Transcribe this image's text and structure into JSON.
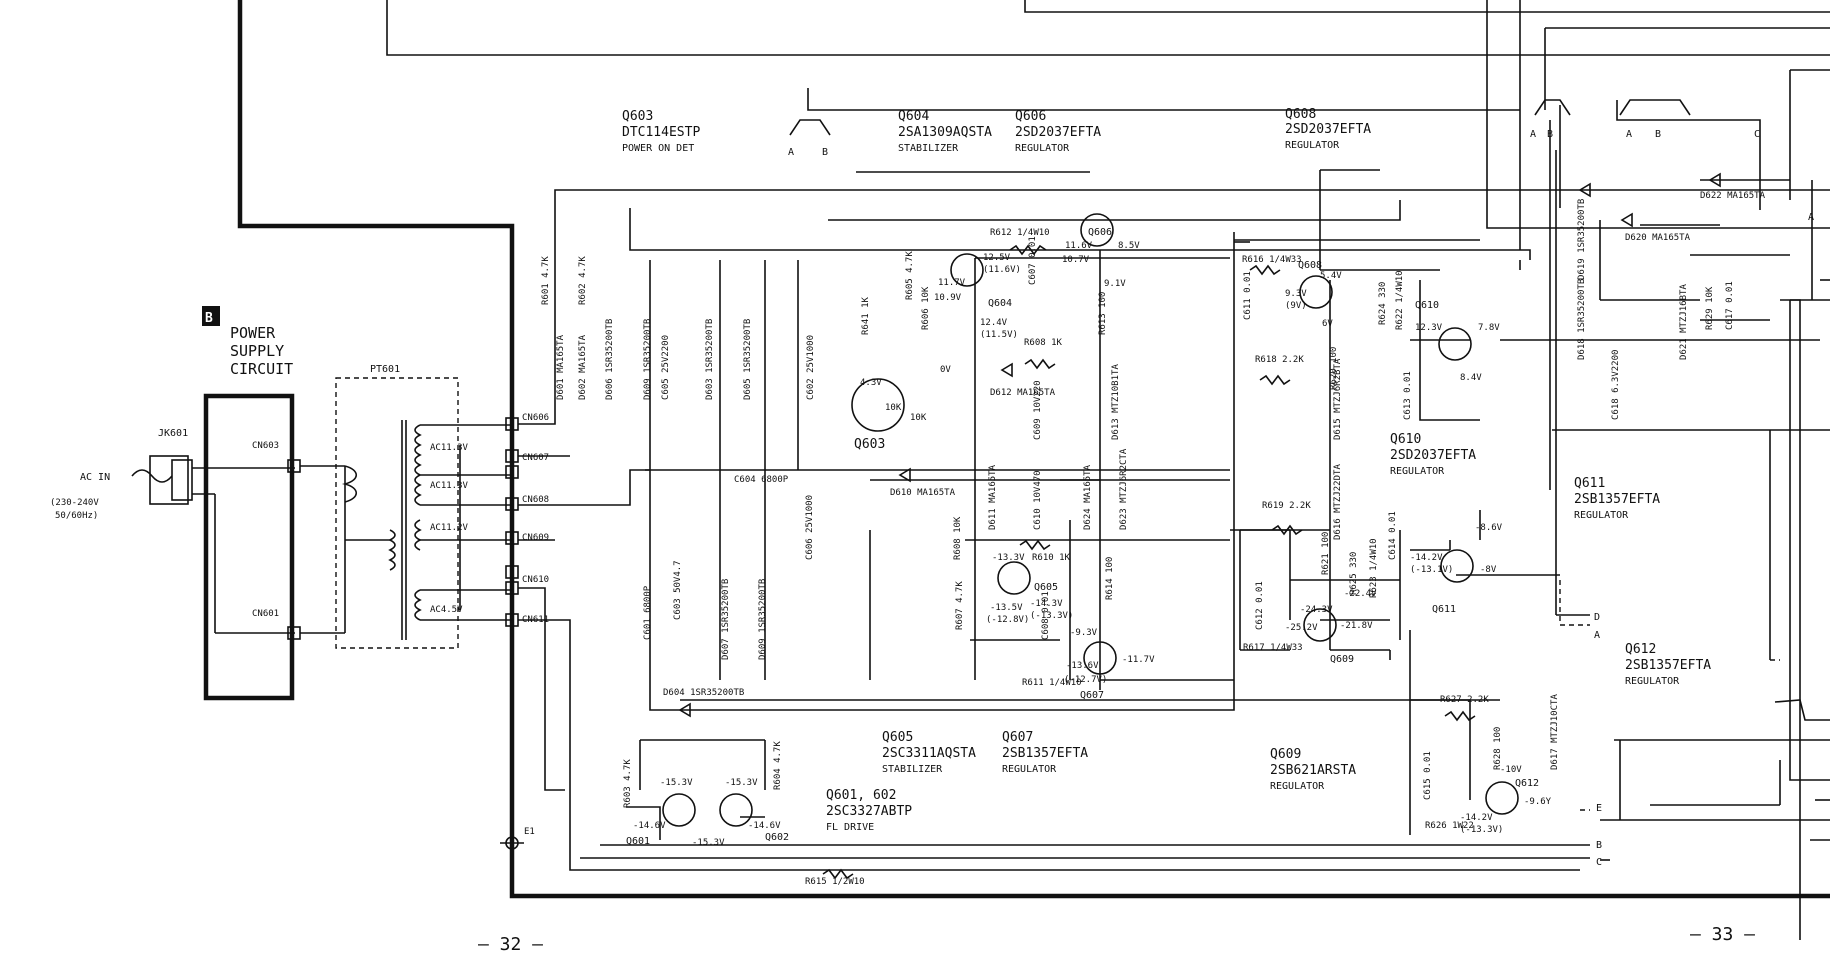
{
  "section": {
    "badge": "B",
    "line1": "POWER",
    "line2": "SUPPLY",
    "line3": "CIRCUIT"
  },
  "ac_input": {
    "connector": "JK601",
    "label": "AC IN",
    "spec1": "(230-240V",
    "spec2": "50/60Hz)"
  },
  "transformer": "PT601",
  "connectors": [
    "CN603",
    "CN601",
    "CN606",
    "CN607",
    "CN608",
    "CN609",
    "CN610",
    "CN611",
    "E1"
  ],
  "windings": [
    "AC11.3V",
    "AC11.3V",
    "AC11.2V",
    "AC4.5V"
  ],
  "transistors": [
    {
      "ref": "Q603",
      "part": "DTC114ESTP",
      "role": "POWER ON DET"
    },
    {
      "ref": "Q604",
      "part": "2SA1309AQSTA",
      "role": "STABILIZER"
    },
    {
      "ref": "Q606",
      "part": "2SD2037EFTA",
      "role": "REGULATOR"
    },
    {
      "ref": "Q608",
      "part": "2SD2037EFTA",
      "role": "REGULATOR"
    },
    {
      "ref": "Q610",
      "part": "2SD2037EFTA",
      "role": "REGULATOR"
    },
    {
      "ref": "Q611",
      "part": "2SB1357EFTA",
      "role": "REGULATOR"
    },
    {
      "ref": "Q612",
      "part": "2SB1357EFTA",
      "role": "REGULATOR"
    },
    {
      "ref": "Q605",
      "part": "2SC3311AQSTA",
      "role": "STABILIZER"
    },
    {
      "ref": "Q607",
      "part": "2SB1357EFTA",
      "role": "REGULATOR"
    },
    {
      "ref": "Q609",
      "part": "2SB621ARSTA",
      "role": "REGULATOR"
    },
    {
      "ref": "Q601, 602",
      "part": "2SC3327ABTP",
      "role": "FL DRIVE"
    }
  ],
  "components": [
    "R601 4.7K",
    "R602 4.7K",
    "D601 MA165TA",
    "D602 MA165TA",
    "D606 1SR35200TB",
    "D609 1SR35200TB",
    "C605 25V2200",
    "D603 1SR35200TB",
    "D605 1SR35200TB",
    "C602 25V1000",
    "R641 1K",
    "R605 4.7K",
    "R606 10K",
    "R612 1/4W10",
    "C607 0.01",
    "R613 100",
    "R608 1K",
    "D612 MA165TA",
    "C609 10V220",
    "D613 MTZ10B1TA",
    "D610 MA165TA",
    "D611 MA165TA",
    "C610 10V470",
    "D624 MA165TA",
    "D623 MTZJ6R2CTA",
    "R608 10K",
    "R610 1K",
    "R607 4.7K",
    "C608 0.01",
    "R614 100",
    "R611 1/4W10",
    "C601 6800P",
    "C603 50V4.7",
    "D607 1SR35200TB",
    "D609 1SR35200TB",
    "C604 6800P",
    "C606 25V1000",
    "D604 1SR35200TB",
    "R616 1/4W33",
    "C611 0.01",
    "R624 330",
    "R622 1/4W10",
    "R618 2.2K",
    "R620 100",
    "C613 0.01",
    "D615 MTZJ6R2BTA",
    "R619 2.2K",
    "D616 MTZJ22DTA",
    "R621 100",
    "R625 330",
    "R623 1/4W10",
    "C614 0.01",
    "C612 0.01",
    "R617 1/4W33",
    "D619 1SR35200TB",
    "D618 1SR35200TB",
    "D620 MA165TA",
    "D621 MTZJ16BTA",
    "D622 MA165TA",
    "R629 10K",
    "C617 0.01",
    "C618 6.3V2200",
    "R627 2.2K",
    "R628 100",
    "D617 MTZJ10CTA",
    "C615 0.01",
    "R626 1W22",
    "R603 4.7K",
    "R604 4.7K",
    "R615 1/2W10"
  ],
  "voltages": [
    "11.7V",
    "10.9V",
    "12.5V",
    "(11.6V)",
    "12.4V",
    "(11.5V)",
    "0V",
    "4.3V",
    "10K",
    "10K",
    "11.6V",
    "8.5V",
    "10.7V",
    "9.1V",
    "9.3V",
    "(9V)",
    "5.4V",
    "6V",
    "12.3V",
    "7.8V",
    "8.4V",
    "-13.3V",
    "-13.5V",
    "(-12.8V)",
    "-14.3V",
    "(-13.3V)",
    "-9.3V",
    "-13.6V",
    "(-12.7V)",
    "-11.7V",
    "-25.2V",
    "-24.3V",
    "-22.4V",
    "-21.8V",
    "-14.2V",
    "(-13.1V)",
    "-8.6V",
    "-8V",
    "-10V",
    "-14.2V",
    "(-13.3V)",
    "-9.6Y",
    "-15.3V",
    "-15.3V",
    "-14.6V",
    "-14.6V",
    "-15.3V"
  ],
  "bus_labels": [
    "A",
    "B",
    "A",
    "B",
    "A",
    "B",
    "C",
    "A",
    "D",
    "A",
    "E",
    "B",
    "C"
  ],
  "page_numbers": [
    "— 32 —",
    "— 33 —"
  ]
}
